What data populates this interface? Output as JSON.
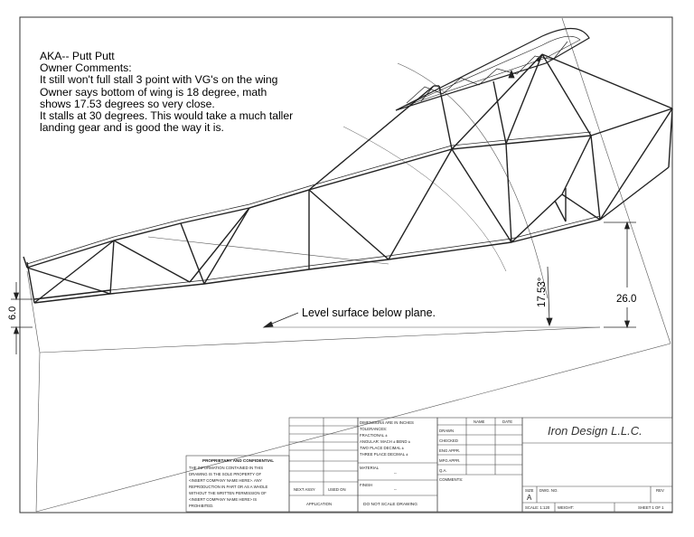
{
  "notes": {
    "lines": [
      "AKA-- Putt Putt",
      "Owner Comments:",
      "It still won't full stall 3 point with VG's on the wing",
      "Owner says bottom of wing is 18 degree, math",
      "shows 17.53 degrees so very close.",
      "It stalls at 30 degrees. This would take a much taller",
      "landing gear and is good the way it is."
    ]
  },
  "dimensions": {
    "angle_label": "17.53°",
    "height_label": "26.0",
    "tail_label": "6.0",
    "level_note": "Level surface below plane."
  },
  "title_block": {
    "company": "Iron Design L.L.C.",
    "proprietary_title": "PROPRIETARY AND CONFIDENTIAL",
    "proprietary_text": [
      "THE INFORMATION CONTAINED IN THIS",
      "DRAWING IS THE SOLE PROPERTY OF",
      "<INSERT COMPANY NAME HERE>. ANY",
      "REPRODUCTION IN PART OR AS A WHOLE",
      "WITHOUT THE WRITTEN PERMISSION OF",
      "<INSERT COMPANY NAME HERE> IS",
      "PROHIBITED."
    ],
    "next_assy": "NEXT ASSY",
    "used_on": "USED ON",
    "application": "APPLICATION",
    "tolerances": [
      "DIMENSIONS ARE IN INCHES",
      "TOLERANCES:",
      "FRACTIONAL ±",
      "ANGULAR: MACH ±   BEND ±",
      "TWO PLACE DECIMAL   ±",
      "THREE PLACE DECIMAL  ±"
    ],
    "material": "MATERIAL",
    "finish": "FINISH",
    "dash": "--",
    "do_not_scale": "DO NOT SCALE DRAWING",
    "name_header": "NAME",
    "date_header": "DATE",
    "roles": [
      "DRAWN",
      "CHECKED",
      "ENG APPR.",
      "MFG APPR.",
      "Q.A.",
      "COMMENTS:"
    ],
    "size_label": "SIZE",
    "dwg_no_label": "DWG. NO.",
    "rev_label": "REV",
    "size_value": "A",
    "scale_label": "SCALE: 1:120",
    "weight_label": "WEIGHT:",
    "sheet_label": "SHEET 1 OF 1"
  }
}
